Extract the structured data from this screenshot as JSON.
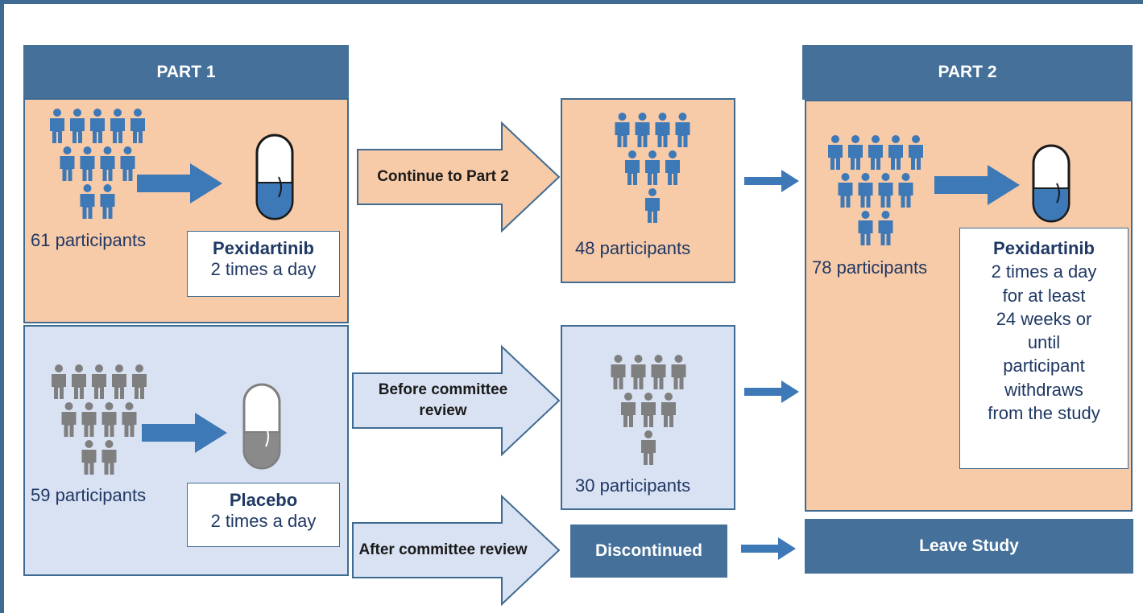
{
  "part1": {
    "title": "PART 1",
    "treatment_arm": {
      "count_label": "61 participants",
      "drug_name": "Pexidartinib",
      "dose": "2 times a day"
    },
    "placebo_arm": {
      "count_label": "59 participants",
      "drug_name": "Placebo",
      "dose": "2 times a day"
    }
  },
  "transitions": {
    "continue": "Continue to Part 2",
    "before_review": "Before committee review",
    "after_review": "After committee review"
  },
  "middle": {
    "treated_continue_label": "48 participants",
    "placebo_continue_label": "30 participants",
    "discontinued_label": "Discontinued"
  },
  "part2": {
    "title": "PART 2",
    "count_label": "78 participants",
    "drug_name": "Pexidartinib",
    "dose_lines": [
      "2 times a day",
      "for at least",
      "24 weeks or",
      "until",
      "participant",
      "withdraws",
      "from the study"
    ]
  },
  "leave_label": "Leave Study",
  "colors": {
    "primary_blue": "#44709a",
    "arrow_blue": "#3d78b7",
    "peach": "#f7caa8",
    "light_blue": "#d9e2f2",
    "gray": "#7f7f7f",
    "navy_text": "#1f3864"
  },
  "icons": {
    "participants": "person-icon",
    "pill": "capsule-icon",
    "flow": "arrow-icon"
  }
}
